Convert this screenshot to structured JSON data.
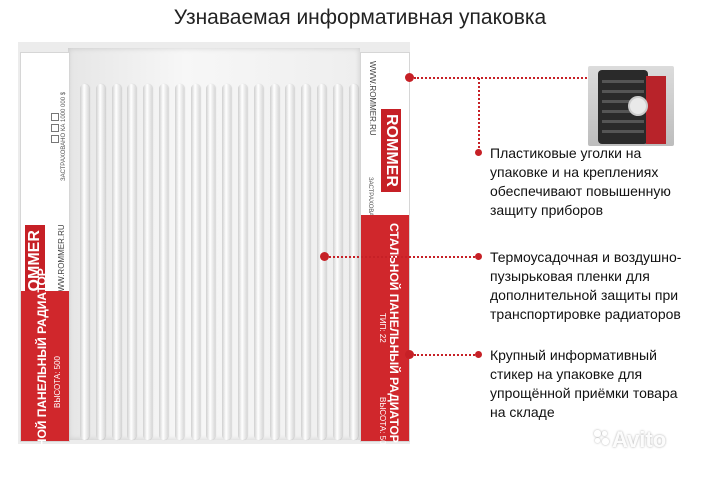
{
  "title": "Узнаваемая информативная упаковка",
  "sticker": {
    "brand": "ROMMER",
    "url": "WWW.ROMMER.RU",
    "product": "СТАЛЬНОЙ ПАНЕЛЬНЫЙ РАДИАТОР",
    "type_label": "ТИП: 22",
    "height_label": "ВЫСОТА: 500",
    "cert": "ЗАСТРАХОВАНО КА 1000 000 $"
  },
  "notes": [
    "Пластиковые уголки на\nупаковке и на креплениях\nобеспечивают повышенную\nзащиту приборов",
    "Термоусадочная и воздушно-\nпузырьковая пленки для\nдополнительной защиты при\nтранспортировке радиаторов",
    "Крупный информативный\nстикер на упаковке для\nупрощённой приёмки товара\nна складе"
  ],
  "watermark": "Avito",
  "colors": {
    "accent": "#c62026",
    "sticker_red": "#d0272c"
  }
}
